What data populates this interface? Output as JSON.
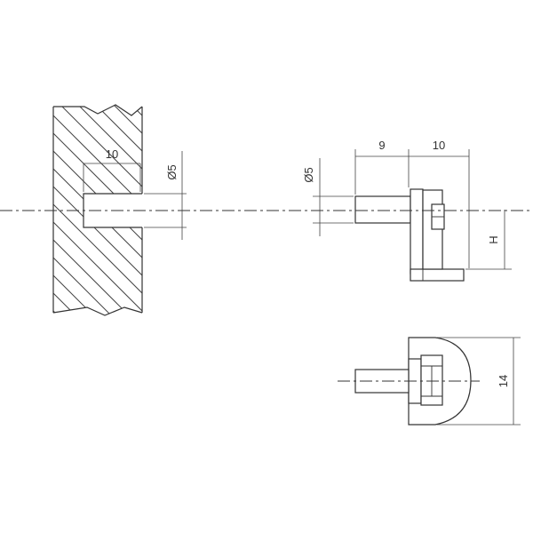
{
  "dimensions": {
    "hole_depth": "10",
    "hole_diameter": "Ø5",
    "pin_diameter": "Ø5",
    "pin_length": "9",
    "head_length": "10",
    "height": "H",
    "width": "14"
  }
}
